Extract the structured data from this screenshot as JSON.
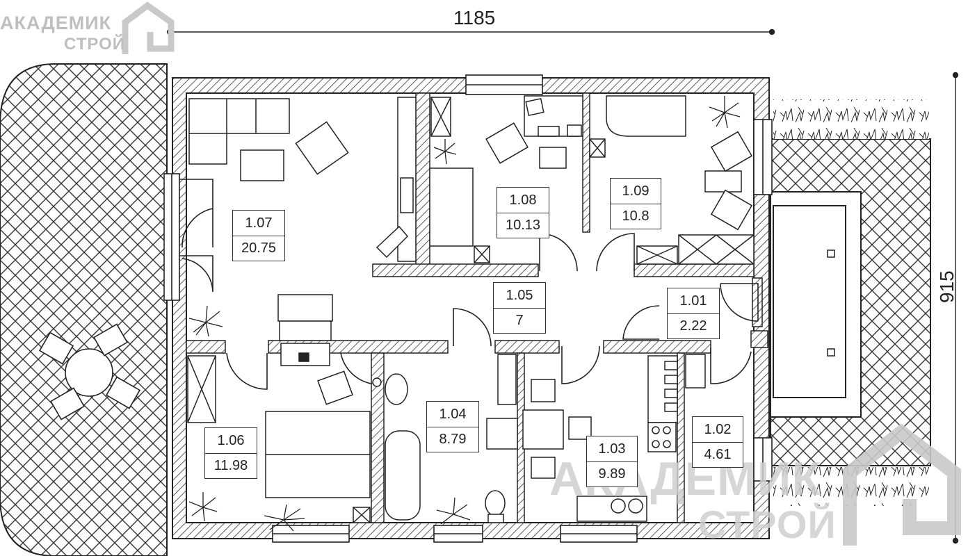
{
  "brand": {
    "name_top": "АКАДЕМИК",
    "name_bottom": "СТРОЙ",
    "color": "#bdbdbd"
  },
  "dimensions": {
    "width_label": "1185",
    "height_label": "915"
  },
  "rooms": [
    {
      "code": "1.07",
      "area": "20.75"
    },
    {
      "code": "1.08",
      "area": "10.13"
    },
    {
      "code": "1.09",
      "area": "10.8"
    },
    {
      "code": "1.05",
      "area": "7"
    },
    {
      "code": "1.01",
      "area": "2.22"
    },
    {
      "code": "1.06",
      "area": "11.98"
    },
    {
      "code": "1.04",
      "area": "8.79"
    },
    {
      "code": "1.03",
      "area": "9.89"
    },
    {
      "code": "1.02",
      "area": "4.61"
    }
  ],
  "colors": {
    "wall_line": "#222222",
    "hatch": "#333333",
    "background": "#ffffff"
  }
}
